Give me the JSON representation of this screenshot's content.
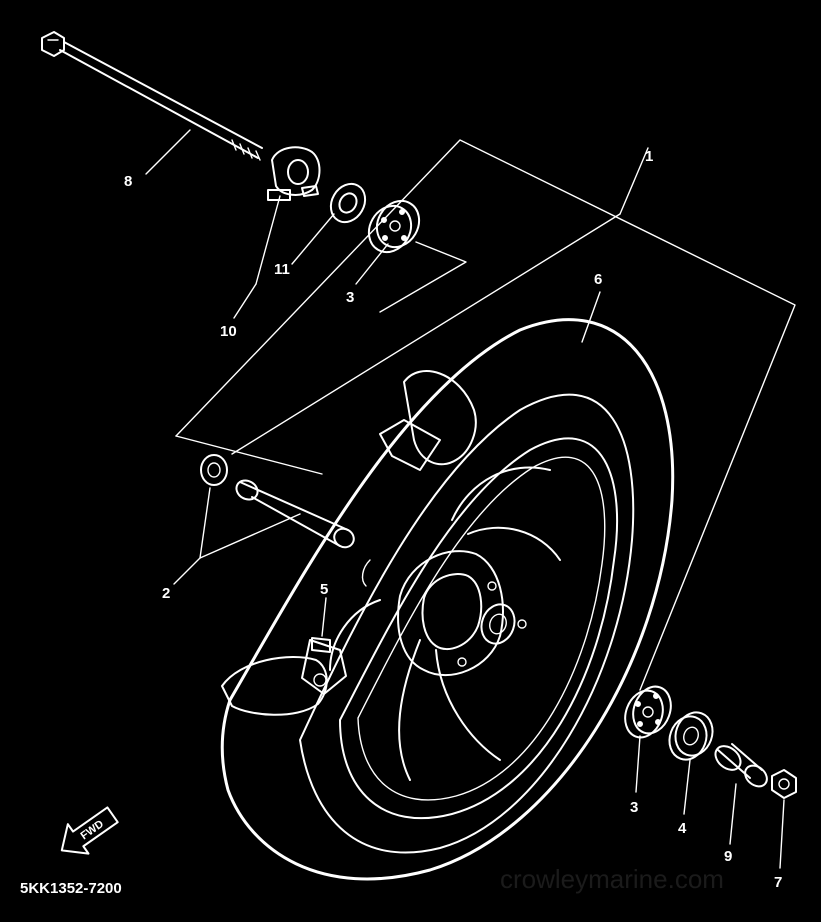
{
  "diagram": {
    "part_code": "5KK1352-7200",
    "watermark": "crowleymarine.com",
    "fwd_label": "FWD",
    "callouts": {
      "c1": "1",
      "c2": "2",
      "c3_top": "3",
      "c3_bottom": "3",
      "c4": "4",
      "c5": "5",
      "c6": "6",
      "c7": "7",
      "c8": "8",
      "c9": "9",
      "c10": "10",
      "c11": "11"
    }
  }
}
